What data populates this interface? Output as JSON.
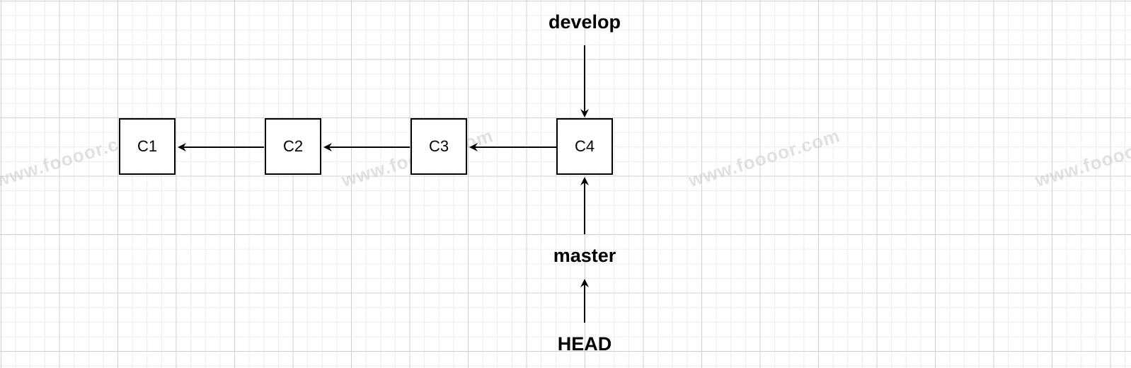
{
  "diagram": {
    "title": "Git branches: develop and master pointing to C4, HEAD pointing to master",
    "commits": [
      {
        "id": "C1",
        "label": "C1"
      },
      {
        "id": "C2",
        "label": "C2"
      },
      {
        "id": "C3",
        "label": "C3"
      },
      {
        "id": "C4",
        "label": "C4"
      }
    ],
    "parent_links": [
      {
        "from": "C2",
        "to": "C1"
      },
      {
        "from": "C3",
        "to": "C2"
      },
      {
        "from": "C4",
        "to": "C3"
      }
    ],
    "refs": {
      "develop": {
        "label": "develop",
        "points_to": "C4"
      },
      "master": {
        "label": "master",
        "points_to": "C4"
      },
      "head": {
        "label": "HEAD",
        "points_to": "master"
      }
    },
    "watermark": "www.foooor.com",
    "colors": {
      "stroke": "#000000",
      "grid_major": "#d0d0d0",
      "grid_minor": "#ececec",
      "background": "#ffffff"
    }
  }
}
